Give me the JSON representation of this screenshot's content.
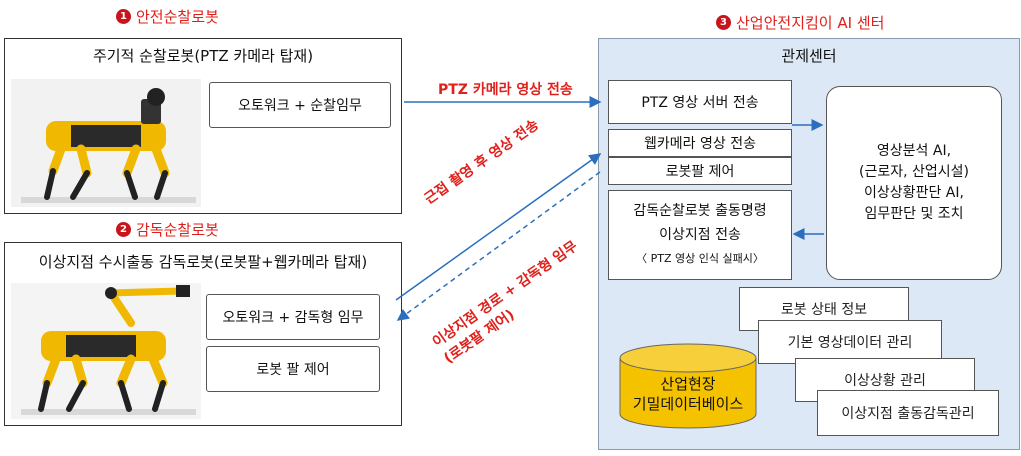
{
  "section1": {
    "num": "1",
    "title": "안전순찰로봇"
  },
  "section2": {
    "num": "2",
    "title": "감독순찰로봇"
  },
  "section3": {
    "num": "3",
    "title": "산업안전지킴이 AI 센터"
  },
  "robot1": {
    "panel_title": "주기적 순찰로봇(PTZ 카메라 탑재)",
    "task": "오토워크 + 순찰임무"
  },
  "robot2": {
    "panel_title": "이상지점 수시출동 감독로봇(로봇팔+웹카메라  탑재)",
    "task1": "오토워크 + 감독형 임무",
    "task2": "로봇 팔 제어"
  },
  "arrows": {
    "ptz_stream": "PTZ 카메라 영상 전송",
    "close_up": "근접 촬영 후 영상 전송",
    "route_line1": "이상지점 경로 + 감독형 임무",
    "route_line2": "(로봇팔 제어)"
  },
  "center": {
    "title": "관제센터",
    "ptz_server": "PTZ 영상 서버 전송",
    "webcam": "웹카메라 영상 전송",
    "arm_control": "로봇팔 제어",
    "dispatch_line1": "감독순찰로봇 출동명령",
    "dispatch_line2": "이상지점 전송",
    "dispatch_note": "〈 PTZ 영상 인식 실패시〉",
    "ai_lines": [
      "영상분석 AI,",
      "(근로자, 산업시설)",
      "이상상황판단 AI,",
      "임무판단 및 조치"
    ],
    "database_line1": "산업현장",
    "database_line2": "기밀데이터베이스",
    "stack": [
      "로봇 상태 정보",
      "기본 영상데이터 관리",
      "이상상황 관리",
      "이상지점 출동감독관리"
    ]
  },
  "colors": {
    "accent_red": "#e0201a",
    "arrow_blue": "#2a6ebd",
    "center_bg": "#dde8f6",
    "db_yellow": "#f5c200"
  }
}
